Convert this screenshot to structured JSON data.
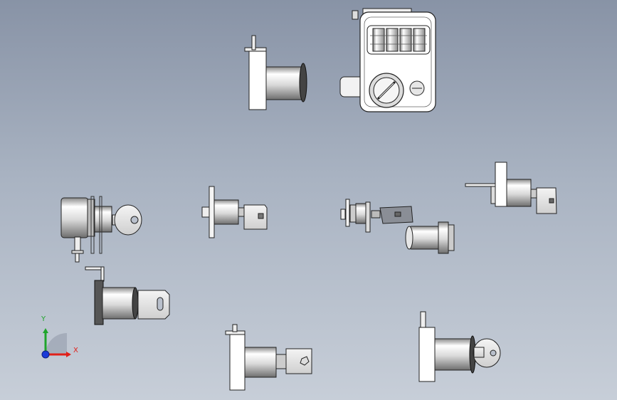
{
  "scene": {
    "background_top": "#8893a6",
    "background_bottom": "#c7ced8",
    "parts": [
      "cam-lock-with-plate",
      "combination-lock",
      "barrel-lock-with-key",
      "flange-cam-lock",
      "cam-lock-exploded",
      "tubular-lock",
      "bracket-lock-with-key",
      "lever-lock-with-key",
      "plate-lock-with-key-bottom-left",
      "plate-lock-with-key-bottom-middle",
      "plate-lock-with-round-key"
    ]
  },
  "combination_lock": {
    "dials": [
      "",
      "",
      "",
      ""
    ]
  },
  "triad": {
    "x_label": "X",
    "y_label": "Y",
    "x_color": "#e0201a",
    "y_color": "#1fa52b",
    "z_color": "#1a3ad8"
  }
}
